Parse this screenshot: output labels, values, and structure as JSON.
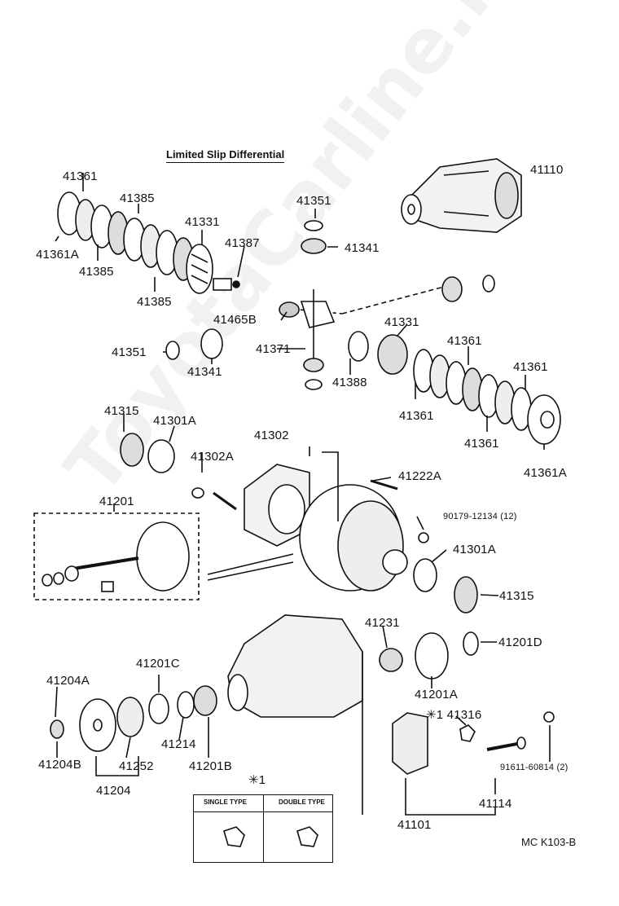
{
  "watermark": "ToyotaCarline.ru",
  "title": "Limited Slip Differential",
  "doc_code": "MC K103-B",
  "legend": {
    "mark": "✳1",
    "single_type": "SINGLE TYPE",
    "double_type": "DOUBLE TYPE"
  },
  "labels": {
    "l41361_a": "41361",
    "l41385_a": "41385",
    "l41331_a": "41331",
    "l41387": "41387",
    "l41361A_a": "41361A",
    "l41385_b": "41385",
    "l41385_c": "41385",
    "l41351_a": "41351",
    "l41341_a": "41341",
    "l41110": "41110",
    "l41465B": "41465B",
    "l41351_b": "41351",
    "l41341_b": "41341",
    "l41371": "41371",
    "l41331_b": "41331",
    "l41361_b": "41361",
    "l41388": "41388",
    "l41361_c": "41361",
    "l41361_d": "41361",
    "l41361_e": "41361",
    "l41361A_b": "41361A",
    "l41315_a": "41315",
    "l41301A_a": "41301A",
    "l41302": "41302",
    "l41302A": "41302A",
    "l41222A": "41222A",
    "l41201": "41201",
    "l90179": "90179-12134 (12)",
    "l41301A_b": "41301A",
    "l41315_b": "41315",
    "l41231": "41231",
    "l41201D": "41201D",
    "l41204A": "41204A",
    "l41201C": "41201C",
    "l41201A": "41201A",
    "l41316": "✳1 41316",
    "l41204B": "41204B",
    "l41252": "41252",
    "l41214": "41214",
    "l41201B": "41201B",
    "l41204": "41204",
    "l91611": "91611-60814 (2)",
    "l41114": "41114",
    "l41101": "41101"
  }
}
